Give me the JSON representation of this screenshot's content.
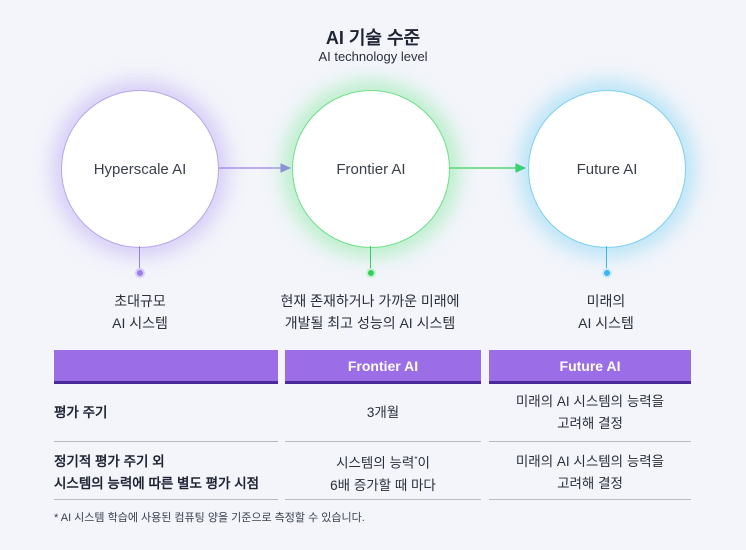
{
  "header": {
    "title": "AI 기술 수준",
    "subtitle": "AI technology level"
  },
  "colors": {
    "hyperscale": "#9b7fe8",
    "frontier": "#35d05a",
    "future": "#3cb6f0",
    "header_bg": "#9b6de6",
    "header_border": "#4a2a9a"
  },
  "stages": [
    {
      "name": "Hyperscale AI",
      "desc_line1": "초대규모",
      "desc_line2": "AI 시스템"
    },
    {
      "name": "Frontier AI",
      "desc_line1": "현재 존재하거나 가까운 미래에",
      "desc_line2": "개발될 최고 성능의 AI 시스템"
    },
    {
      "name": "Future AI",
      "desc_line1": "미래의",
      "desc_line2": "AI 시스템"
    }
  ],
  "table": {
    "columns": [
      "",
      "Frontier AI",
      "Future AI"
    ],
    "rows": [
      {
        "label": "평가 주기",
        "frontier": "3개월",
        "future_line1": "미래의 AI 시스템의 능력을",
        "future_line2": "고려해 결정"
      },
      {
        "label_line1": "정기적 평가 주기 외",
        "label_line2": "시스템의 능력에 따른 별도 평가 시점",
        "frontier_line1": "시스템의 능력",
        "frontier_sup": "*",
        "frontier_line1b": "이",
        "frontier_line2": "6배 증가할 때 마다",
        "future_line1": "미래의 AI 시스템의 능력을",
        "future_line2": "고려해 결정"
      }
    ]
  },
  "footnote": "* AI 시스템 학습에 사용된 컴퓨팅 양을 기준으로 측정할 수 있습니다."
}
